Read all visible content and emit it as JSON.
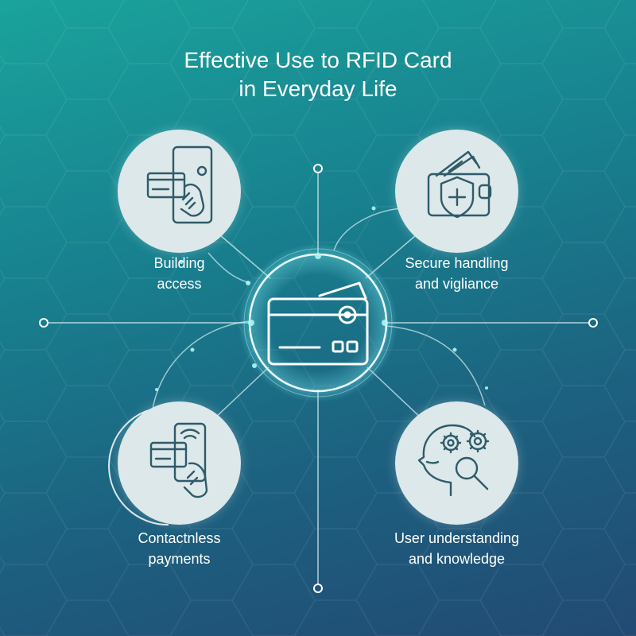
{
  "title": {
    "line1": "Effective Use to RFID Card",
    "line2": "in Everyday Life"
  },
  "nodes": {
    "building_access": {
      "line1": "Building",
      "line2": "access",
      "icon": "door-card-hand-icon"
    },
    "secure_handling": {
      "line1": "Secure handling",
      "line2": "and vigliance",
      "icon": "wallet-shield-icon"
    },
    "contactless_payments": {
      "line1": "Contactnless",
      "line2": "payments",
      "icon": "phone-card-nfc-icon"
    },
    "user_understanding": {
      "line1": "User understanding",
      "line2": "and knowledge",
      "icon": "head-gears-magnifier-icon"
    }
  },
  "center": {
    "icon": "rfid-card-icon"
  },
  "colors": {
    "gradient_top": "#1aa39c",
    "gradient_bottom": "#224a73",
    "circle_fill": "#dce8ea",
    "icon_stroke": "#2f5b68",
    "line": "#d8eef0",
    "glow": "#7fe9f0"
  }
}
